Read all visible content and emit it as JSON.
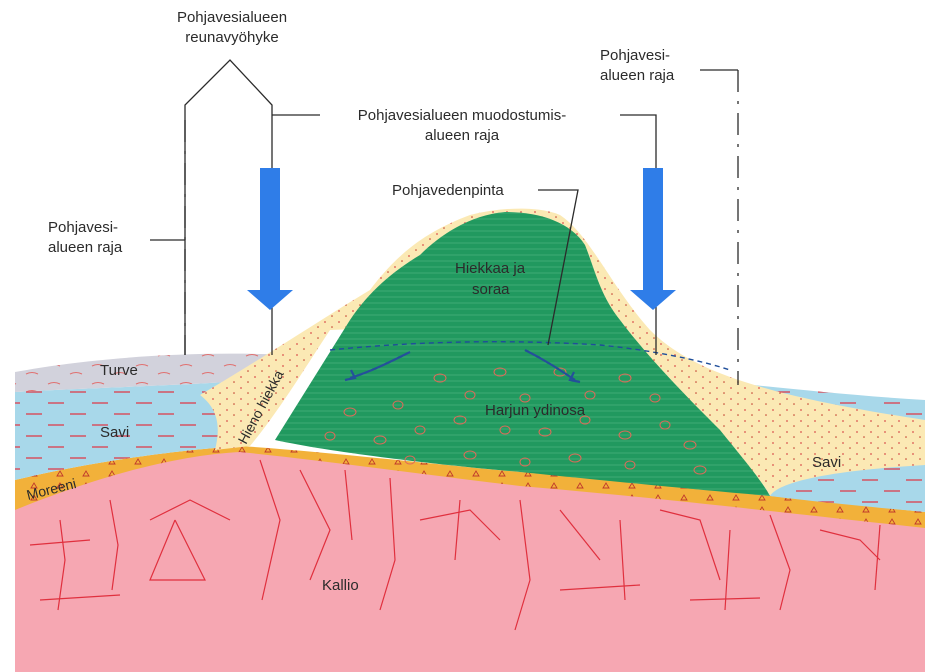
{
  "labels": {
    "edge_zone_line1": "Pohjavesialueen",
    "edge_zone_line2": "reunavyöhyke",
    "area_border_right_line1": "Pohjavesi-",
    "area_border_right_line2": "alueen raja",
    "formation_line1": "Pohjavesialueen muodostumis-",
    "formation_line2": "alueen raja",
    "water_table": "Pohjavedenpinta",
    "area_border_left_line1": "Pohjavesi-",
    "area_border_left_line2": "alueen raja",
    "sand_gravel_line1": "Hiekkaa ja",
    "sand_gravel_line2": "soraa",
    "peat": "Turve",
    "clay_left": "Savi",
    "clay_right": "Savi",
    "fine_sand": "Hieno hiekka",
    "ridge_core": "Harjun ydinosa",
    "till": "Moreeni",
    "bedrock": "Kallio"
  },
  "colors": {
    "bedrock": "#f6a7b2",
    "fracture": "#e0303e",
    "till": "#f2b13a",
    "fine_sand": "#fbe9b4",
    "clay": "#a8d8ea",
    "peat": "#d2d2dc",
    "core": "#21995f",
    "recharge_arrow": "#2f7de8",
    "flow_arrow": "#24509a"
  },
  "icons": {
    "recharge": "arrow-down-icon",
    "flow": "curved-arrow-icon"
  }
}
